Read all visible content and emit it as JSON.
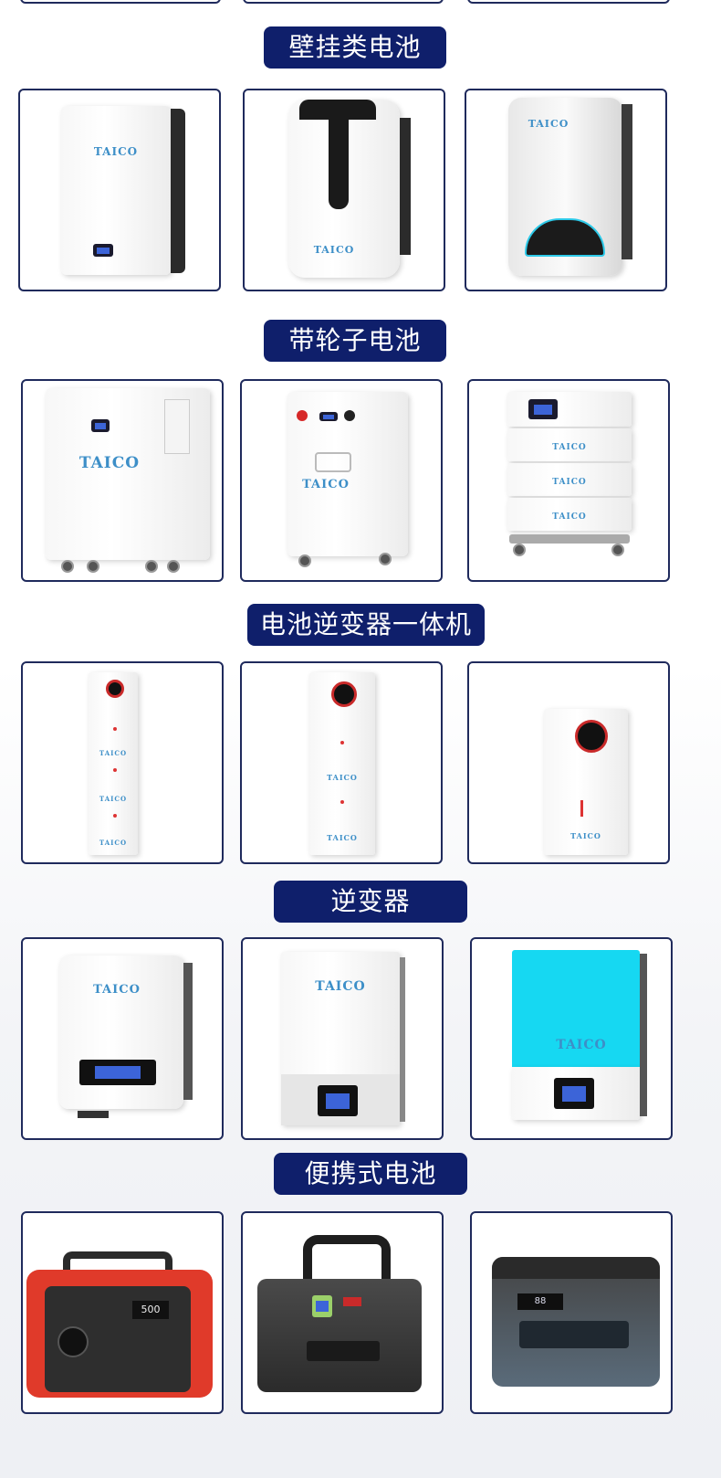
{
  "sections": [
    {
      "title": "壁挂类电池",
      "products": [
        {
          "name": "wall-battery-flat",
          "brand": "TAICO"
        },
        {
          "name": "wall-battery-t-shape",
          "brand": "TAICO"
        },
        {
          "name": "wall-battery-curved",
          "brand": "TAICO"
        }
      ]
    },
    {
      "title": "带轮子电池",
      "products": [
        {
          "name": "wheeled-battery-cabinet",
          "brand": "TAICO"
        },
        {
          "name": "wheeled-battery-tall",
          "brand": "TAICO"
        },
        {
          "name": "stacked-battery-cart",
          "brand": "TAICO"
        }
      ]
    },
    {
      "title": "电池逆变器一体机",
      "products": [
        {
          "name": "all-in-one-tall",
          "brand": "TAICO"
        },
        {
          "name": "all-in-one-medium",
          "brand": "TAICO"
        },
        {
          "name": "all-in-one-short",
          "brand": "TAICO"
        }
      ]
    },
    {
      "title": "逆变器",
      "products": [
        {
          "name": "inverter-white-small",
          "brand": "TAICO"
        },
        {
          "name": "inverter-white-tall",
          "brand": "TAICO"
        },
        {
          "name": "inverter-cyan",
          "brand": "TAICO"
        }
      ]
    },
    {
      "title": "便携式电池",
      "products": [
        {
          "name": "portable-red",
          "display": "500"
        },
        {
          "name": "portable-black"
        },
        {
          "name": "portable-grey",
          "display": "88"
        }
      ]
    }
  ],
  "colors": {
    "title_bg": "#0f1f6b",
    "card_border": "#1f2a5c",
    "brand_blue": "#3d8fc8",
    "brand_green": "#48b86a",
    "portable_red": "#e03a2a",
    "inverter_cyan": "#16d8f2"
  }
}
